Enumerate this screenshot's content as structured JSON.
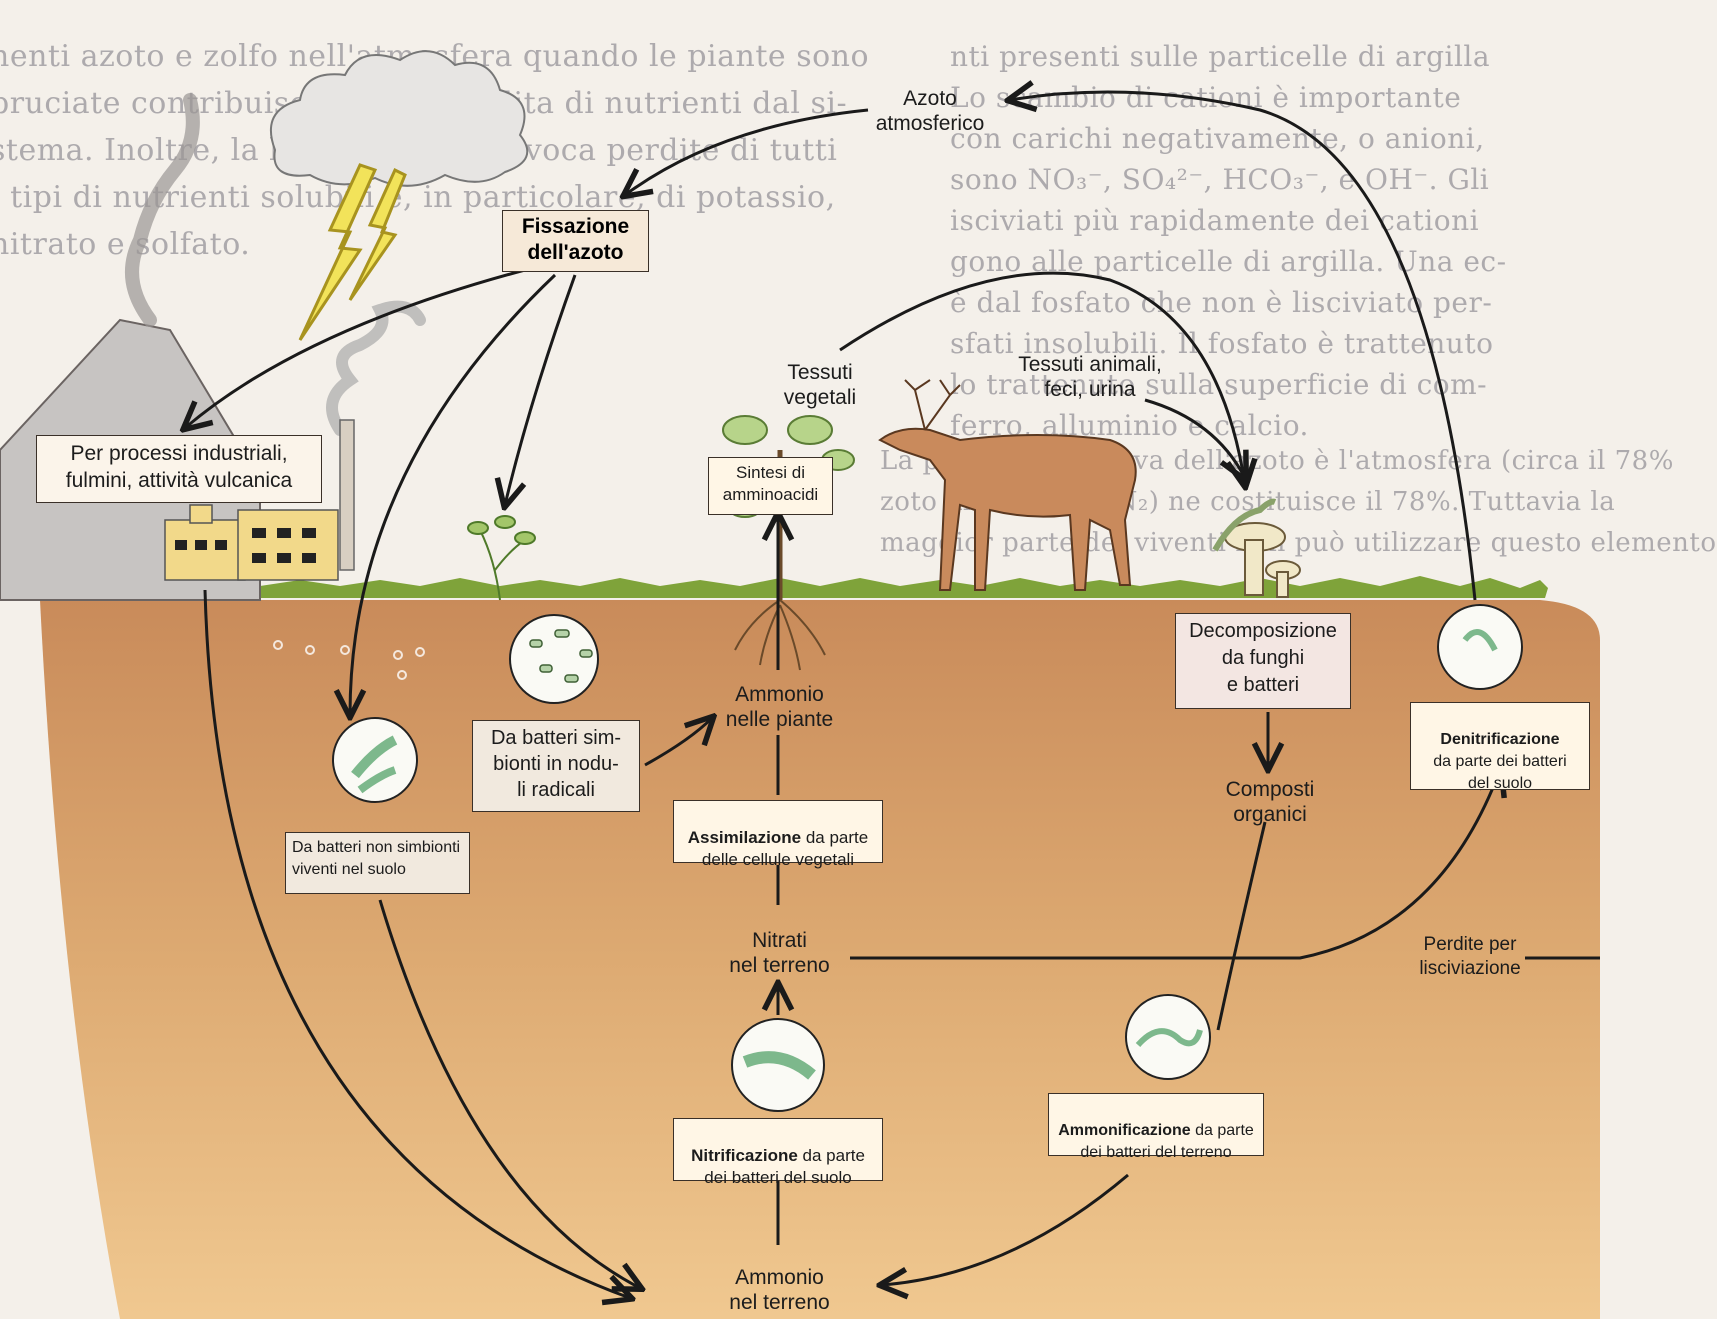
{
  "background_text": {
    "left": [
      "nenti azoto e zolfo nell'atmosfera quando le piante sono",
      "bruciate contribuiscono alla perdita di nutrienti dal si-",
      "stema. Inoltre, la lisciviazione provoca perdite di tutti",
      "i tipi di nutrienti solubili e, in particolare, di potassio,",
      "nitrato e solfato."
    ],
    "right": [
      "nti presenti sulle particelle di argilla",
      "Lo scambio di cationi è importante",
      "con carichi negativamente, o anioni,",
      "sono NO₃⁻, SO₄²⁻, HCO₃⁻, e OH⁻. Gli",
      "isciviati più rapidamente dei cationi",
      "gono alle particelle di argilla. Una ec-",
      "è dal fosfato che non è lisciviato per-",
      "sfati insolubili. Il fosfato è trattenuto",
      "lo trattenuto sulla superficie di com-",
      "ferro, alluminio e calcio."
    ],
    "middle": [
      "La principale riserva dell'azoto è l'atmosfera (circa il 78%",
      "zoto molecolare, N₂) ne costituisce il 78%. Tuttavia la",
      "maggior parte dei viventi non può utilizzare questo elemento"
    ]
  },
  "labels": {
    "azoto_atmosferico": "Azoto\natmosferico",
    "tessuti_vegetali": "Tessuti\nvegetali",
    "tessuti_animali": "Tessuti animali,\nfeci, urina",
    "ammonio_piante": "Ammonio\nnelle piante",
    "nitrati_terreno": "Nitrati\nnel terreno",
    "ammonio_terreno": "Ammonio\nnel terreno",
    "composti_organici": "Composti\norganici",
    "perdite": "Perdite per\nlisciviazione"
  },
  "boxes": {
    "fissazione": "Fissazione\ndell'azoto",
    "processi": "Per processi industriali,\nfulmini, attività vulcanica",
    "sintesi": "Sintesi di\namminoacidi",
    "simbionti": "Da batteri sim-\nbionti in nodu-\nli radicali",
    "non_simbionti": "Da batteri non simbionti\nviventi nel suolo",
    "assimilazione_bold": "Assimilazione",
    "assimilazione_rest": " da parte\ndelle cellule vegetali",
    "nitrificazione_bold": "Nitrificazione",
    "nitrificazione_rest": " da parte\ndei batteri del suolo",
    "ammonificazione_bold": "Ammonificazione",
    "ammonificazione_rest": " da parte\ndei batteri del terreno",
    "decomposizione": "Decomposizione\nda funghi\ne batteri",
    "denitrificazione_bold": "Denitrificazione",
    "denitrificazione_rest": "\nda parte dei batteri\ndel suolo"
  },
  "colors": {
    "soil_top": "#c98b5a",
    "soil_bottom": "#e8b77a",
    "grass": "#7fa33a",
    "arrow": "#1a1a1a",
    "sky": "#f4f0ea"
  },
  "icons": [
    "cloud-icon",
    "lightning-icon",
    "volcano-icon",
    "factory-icon",
    "plant-icon",
    "tree-icon",
    "deer-icon",
    "mushroom-icon",
    "bacteria-icon"
  ]
}
